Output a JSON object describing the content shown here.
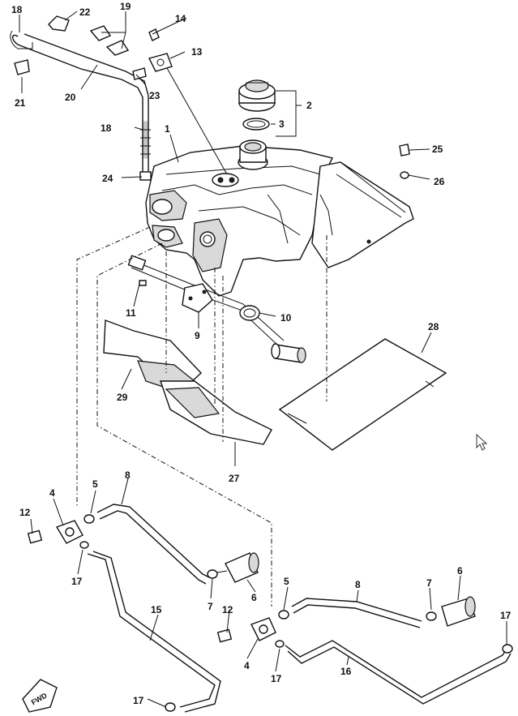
{
  "diagram": {
    "callouts": [
      {
        "id": "c1",
        "text": "1"
      },
      {
        "id": "c2",
        "text": "2"
      },
      {
        "id": "c3",
        "text": "3"
      },
      {
        "id": "c4a",
        "text": "4"
      },
      {
        "id": "c4b",
        "text": "4"
      },
      {
        "id": "c5a",
        "text": "5"
      },
      {
        "id": "c5b",
        "text": "5"
      },
      {
        "id": "c6a",
        "text": "6"
      },
      {
        "id": "c6b",
        "text": "6"
      },
      {
        "id": "c7a",
        "text": "7"
      },
      {
        "id": "c7b",
        "text": "7"
      },
      {
        "id": "c8a",
        "text": "8"
      },
      {
        "id": "c8b",
        "text": "8"
      },
      {
        "id": "c9",
        "text": "9"
      },
      {
        "id": "c10",
        "text": "10"
      },
      {
        "id": "c11",
        "text": "11"
      },
      {
        "id": "c12a",
        "text": "12"
      },
      {
        "id": "c12b",
        "text": "12"
      },
      {
        "id": "c13",
        "text": "13"
      },
      {
        "id": "c14",
        "text": "14"
      },
      {
        "id": "c15",
        "text": "15"
      },
      {
        "id": "c16",
        "text": "16"
      },
      {
        "id": "c17a",
        "text": "17"
      },
      {
        "id": "c17b",
        "text": "17"
      },
      {
        "id": "c17c",
        "text": "17"
      },
      {
        "id": "c17d",
        "text": "17"
      },
      {
        "id": "c18a",
        "text": "18"
      },
      {
        "id": "c18b",
        "text": "18"
      },
      {
        "id": "c19",
        "text": "19"
      },
      {
        "id": "c20",
        "text": "20"
      },
      {
        "id": "c21",
        "text": "21"
      },
      {
        "id": "c22",
        "text": "22"
      },
      {
        "id": "c23",
        "text": "23"
      },
      {
        "id": "c24",
        "text": "24"
      },
      {
        "id": "c25",
        "text": "25"
      },
      {
        "id": "c26",
        "text": "26"
      },
      {
        "id": "c27",
        "text": "27"
      },
      {
        "id": "c28",
        "text": "28"
      },
      {
        "id": "c29",
        "text": "29"
      }
    ],
    "fwd_badge": "FWD",
    "icons": {
      "cursor": "mouse-pointer-icon",
      "fwd": "forward-direction-arrow-icon"
    }
  }
}
